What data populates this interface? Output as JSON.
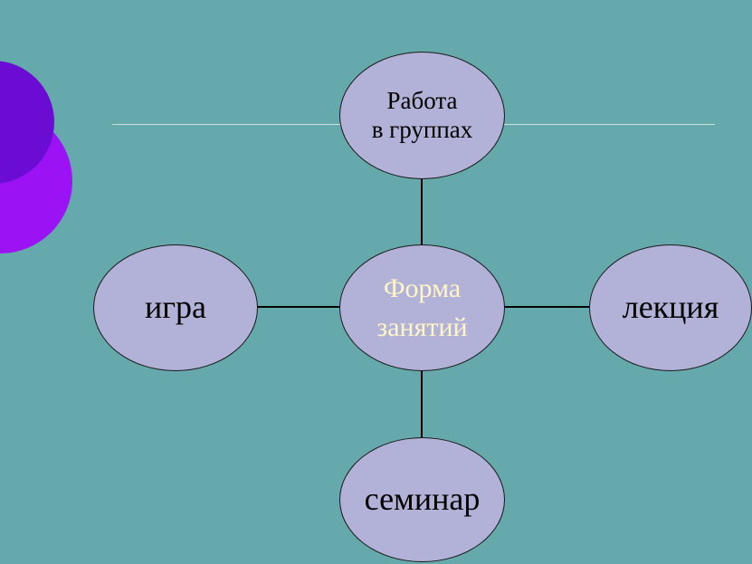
{
  "diagram": {
    "center": {
      "label_line1": "Форма",
      "label_line2": "занятий"
    },
    "top": {
      "label_line1": "Работа",
      "label_line2": "в группах"
    },
    "left": {
      "label": "игра"
    },
    "right": {
      "label": "лекция"
    },
    "bottom": {
      "label": "семинар"
    }
  },
  "colors": {
    "background": "#66a9ac",
    "node_fill": "#b2b1d8",
    "center_text": "#fff6c8",
    "decor_circle_front": "#6a0cd4",
    "decor_circle_back": "#9b12f5"
  }
}
